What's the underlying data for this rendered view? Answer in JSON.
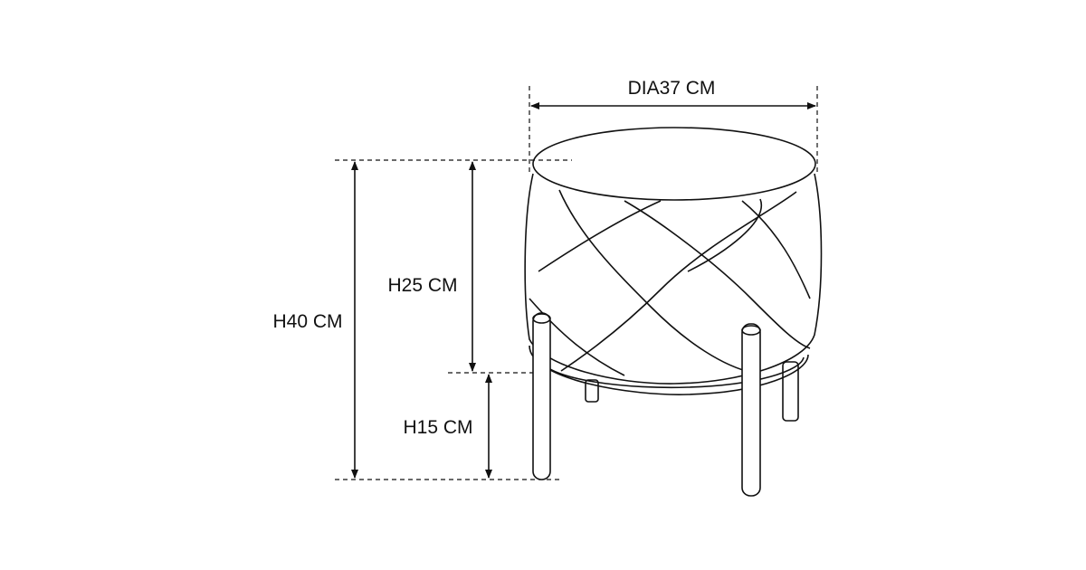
{
  "dimensions": {
    "diameter": "DIA37 CM",
    "total_height": "H40 CM",
    "seat_height": "H25 CM",
    "leg_height": "H15 CM"
  },
  "colors": {
    "line": "#111111",
    "background": "#ffffff"
  }
}
